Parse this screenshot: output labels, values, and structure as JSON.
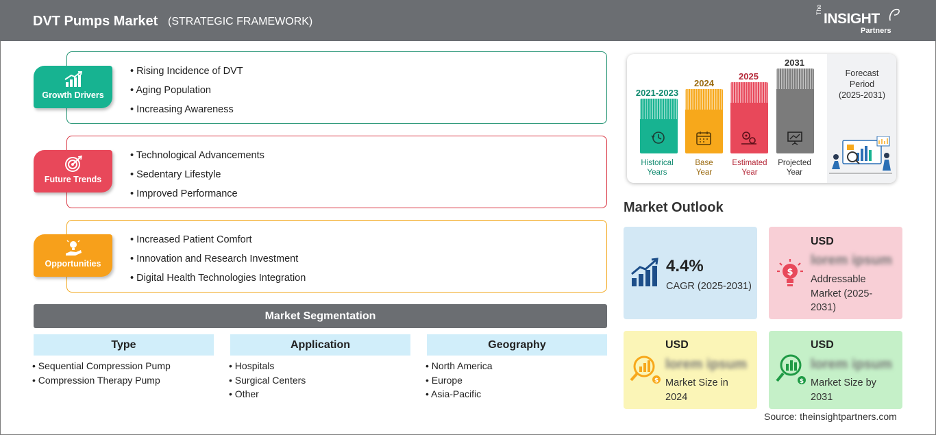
{
  "header": {
    "title": "DVT Pumps Market",
    "subtitle": "(STRATEGIC FRAMEWORK)",
    "logo": {
      "the": "The",
      "insight": "INSIGHT",
      "partners": "Partners"
    }
  },
  "framework": {
    "growth_drivers": {
      "label": "Growth Drivers",
      "items": [
        "Rising Incidence of DVT",
        "Aging Population",
        "Increasing Awareness"
      ]
    },
    "future_trends": {
      "label": "Future Trends",
      "items": [
        "Technological Advancements",
        "Sedentary Lifestyle",
        "Improved Performance"
      ]
    },
    "opportunities": {
      "label": "Opportunities",
      "items": [
        "Increased Patient Comfort",
        "Innovation and Research Investment",
        "Digital Health Technologies Integration"
      ]
    }
  },
  "segmentation": {
    "title": "Market Segmentation",
    "columns": [
      {
        "head": "Type",
        "items": [
          "Sequential Compression Pump",
          "Compression Therapy Pump"
        ]
      },
      {
        "head": "Application",
        "items": [
          "Hospitals",
          "Surgical Centers",
          "Other"
        ]
      },
      {
        "head": "Geography",
        "items": [
          "North America",
          "Europe",
          "Asia-Pacific"
        ]
      }
    ]
  },
  "timeline": {
    "periods": [
      {
        "year": "2021-2023",
        "caption_1": "Historical",
        "caption_2": "Years",
        "color": "#17b391",
        "text_color": "#128a70"
      },
      {
        "year": "2024",
        "caption_1": "Base",
        "caption_2": "Year",
        "color": "#f7a81b",
        "text_color": "#9a6a10"
      },
      {
        "year": "2025",
        "caption_1": "Estimated",
        "caption_2": "Year",
        "color": "#e8485a",
        "text_color": "#b52a3a"
      },
      {
        "year": "2031",
        "caption_1": "Projected",
        "caption_2": "Year",
        "color": "#7b7b7b",
        "text_color": "#333333"
      }
    ],
    "forecast": {
      "line1": "Forecast",
      "line2": "Period",
      "line3": "(2025-2031)"
    }
  },
  "market_outlook": {
    "title": "Market Outlook",
    "cagr": {
      "value": "4.4%",
      "label": "CAGR (2025-2031)",
      "color": "#d3e8f5"
    },
    "addressable": {
      "currency": "USD",
      "value": "lorem ipsum",
      "label": "Addressable Market (2025-2031)",
      "color": "#f8cfd6"
    },
    "size_2024": {
      "currency": "USD",
      "value": "lorem ipsum",
      "label": "Market Size in 2024",
      "color": "#fbf5b7"
    },
    "size_2031": {
      "currency": "USD",
      "value": "lorem ipsum",
      "label": "Market Size by 2031",
      "color": "#c5f0c8"
    }
  },
  "source": "Source: theinsightpartners.com",
  "icons": [
    "chart-up-icon",
    "target-icon",
    "lightbulb-hand-icon",
    "clock-icon",
    "calendar-icon",
    "gears-icon",
    "presentation-icon",
    "analytics-people-icon",
    "growth-chart-icon",
    "idea-bulb-icon",
    "money-search-icon",
    "money-tree-icon"
  ]
}
